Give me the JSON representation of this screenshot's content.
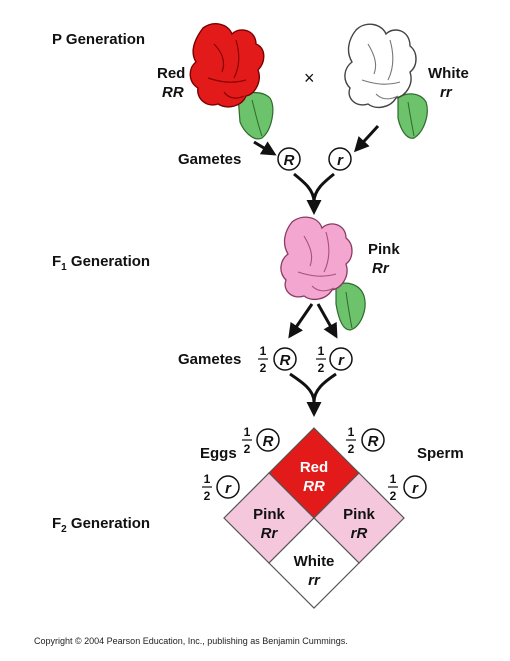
{
  "p_generation": {
    "title": "P Generation",
    "red": {
      "name": "Red",
      "genotype": "RR"
    },
    "cross_symbol": "×",
    "white": {
      "name": "White",
      "genotype": "rr"
    },
    "gametes_label": "Gametes",
    "gamete_red": "R",
    "gamete_white": "r"
  },
  "f1_generation": {
    "title_prefix": "F",
    "title_sub": "1",
    "title_suffix": " Generation",
    "pink": {
      "name": "Pink",
      "genotype": "Rr"
    },
    "gametes_label": "Gametes",
    "frac_num": "1",
    "frac_den": "2",
    "gamete_1": "R",
    "gamete_2": "r"
  },
  "f2_generation": {
    "title_prefix": "F",
    "title_sub": "2",
    "title_suffix": " Generation",
    "eggs_label": "Eggs",
    "sperm_label": "Sperm",
    "frac_num": "1",
    "frac_den": "2",
    "allele_R": "R",
    "allele_r": "r",
    "cells": {
      "top": {
        "name": "Red",
        "genotype": "RR"
      },
      "left": {
        "name": "Pink",
        "genotype": "Rr"
      },
      "right": {
        "name": "Pink",
        "genotype": "rR"
      },
      "bottom": {
        "name": "White",
        "genotype": "rr"
      }
    }
  },
  "copyright": "Copyright © 2004 Pearson Education, Inc., publishing as Benjamin Cummings.",
  "colors": {
    "red": "#e21a1a",
    "pink_cell": "#f4c7dd",
    "pink_flower": "#f3a6cf",
    "leaf": "#6cc36b",
    "white_cell": "#ffffff"
  }
}
